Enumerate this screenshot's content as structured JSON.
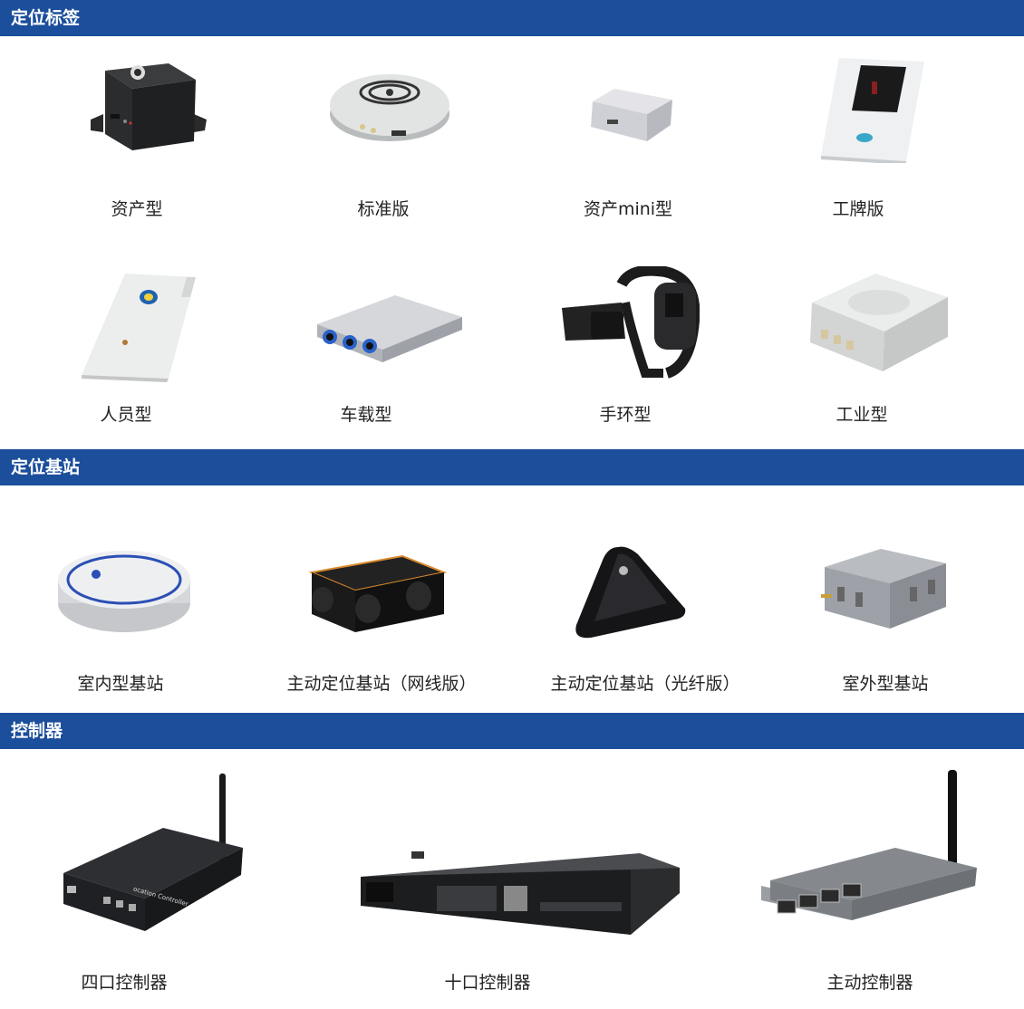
{
  "sections": [
    {
      "title": "定位标签"
    },
    {
      "title": "定位基站"
    },
    {
      "title": "控制器"
    }
  ],
  "tags": [
    {
      "label": "资产型"
    },
    {
      "label": "标准版"
    },
    {
      "label": "资产mini型"
    },
    {
      "label": "工牌版"
    },
    {
      "label": "人员型"
    },
    {
      "label": "车载型"
    },
    {
      "label": "手环型"
    },
    {
      "label": "工业型"
    }
  ],
  "stations": [
    {
      "label": "室内型基站"
    },
    {
      "label": "主动定位基站（网线版）"
    },
    {
      "label": "主动定位基站（光纤版）"
    },
    {
      "label": "室外型基站"
    }
  ],
  "controllers": [
    {
      "label": "四口控制器",
      "device_text": "ocation Controller"
    },
    {
      "label": "十口控制器"
    },
    {
      "label": "主动控制器"
    }
  ],
  "colors": {
    "section_bar": "#1b4e9b",
    "section_text": "#ffffff"
  }
}
